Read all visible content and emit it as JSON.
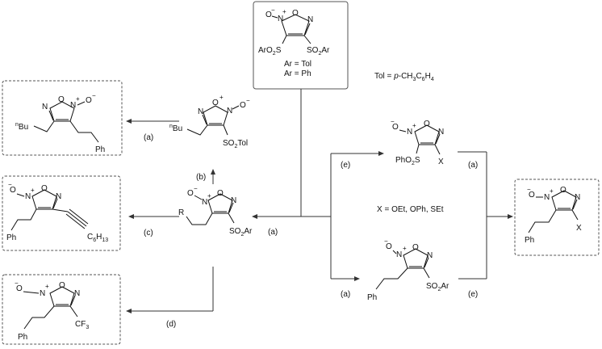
{
  "start": {
    "ring": {
      "n_oxide": "O",
      "o": "O",
      "n": "N",
      "n_plus": "N"
    },
    "sub_left": "ArO",
    "sub_left_sub": "2",
    "sub_left_tail": "S",
    "sub_right": "SO",
    "sub_right_sub": "2",
    "sub_right_tail": "Ar",
    "ar_tol": "Ar = Tol",
    "ar_ph": "Ar = Ph"
  },
  "tol_def": {
    "prefix": "Tol = ",
    "italic": "p",
    "rest": "-CH",
    "s3": "3",
    "c6": "C",
    "s6": "6",
    "h": "H",
    "s4": "4"
  },
  "center": {
    "r": "R",
    "so2ar": "SO",
    "sub2": "2",
    "ar": "Ar"
  },
  "sulfone": {
    "prefix": "n",
    "bu": "Bu",
    "so2tol": "SO",
    "sub2": "2",
    "tol": "Tol"
  },
  "product_a": {
    "prefix": "n",
    "bu": "Bu",
    "ph": "Ph"
  },
  "product_c": {
    "ph": "Ph",
    "c6h13": "C",
    "s6": "6",
    "h": "H",
    "s13": "13"
  },
  "product_d": {
    "ph": "Ph",
    "cf3": "CF",
    "s3": "3"
  },
  "right_top": {
    "pho2s": "PhO",
    "sub2": "2",
    "s": "S",
    "x": "X"
  },
  "right_bottom": {
    "ph": "Ph",
    "so2ar": "SO",
    "sub2": "2",
    "ar": "Ar"
  },
  "x_def": "X = OEt, OPh, SEt",
  "final": {
    "ph": "Ph",
    "x": "X"
  },
  "labels": {
    "a_top_left": "(a)",
    "b": "(b)",
    "c": "(c)",
    "d": "(d)",
    "a_center": "(a)",
    "e_top": "(e)",
    "a_top_right": "(a)",
    "a_bottom": "(a)",
    "e_bottom": "(e)"
  },
  "atoms": {
    "o": "O",
    "n": "N",
    "minus": "−",
    "plus": "+"
  }
}
